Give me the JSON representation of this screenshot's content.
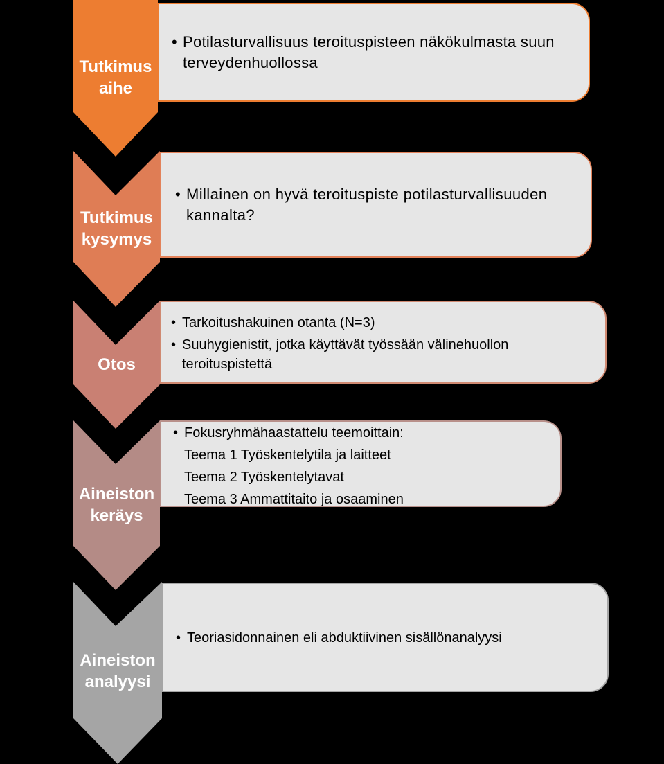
{
  "steps": [
    {
      "label_line1": "Tutkimus",
      "label_line2": "aihe",
      "color": "#ed7d31",
      "border_color": "#ed7d31",
      "bullets": [
        {
          "text": "Potilasturvallisuus teroituspisteen näkökulmasta suun terveydenhuollossa"
        }
      ]
    },
    {
      "label_line1": "Tutkimus",
      "label_line2": "kysymys",
      "color": "#df7d55",
      "border_color": "#e3825a",
      "bullets": [
        {
          "text": "Millainen on hyvä teroituspiste potilasturvallisuuden kannalta?"
        }
      ]
    },
    {
      "label_line1": "Otos",
      "label_line2": "",
      "color": "#c98073",
      "border_color": "#d08a72",
      "bullets": [
        {
          "text": "Tarkoitushakuinen otanta (N=3)"
        },
        {
          "text": "Suuhygienistit, jotka käyttävät työssään välinehuollon teroituspistettä"
        }
      ]
    },
    {
      "label_line1": "Aineiston",
      "label_line2": "keräys",
      "color": "#b48b86",
      "border_color": "#b8908a",
      "bullets": [
        {
          "text": "Fokusryhmähaastattelu teemoittain:"
        }
      ],
      "lines": [
        "Teema 1 Työskentelytila ja laitteet",
        "Teema 2 Työskentelytavat",
        "Teema 3  Ammattitaito ja osaaminen"
      ]
    },
    {
      "label_line1": "Aineiston",
      "label_line2": "analyysi",
      "color": "#a5a5a5",
      "border_color": "#a5a5a5",
      "bullets": [
        {
          "text": "Teoriasidonnainen eli abduktiivinen sisällönanalyysi"
        }
      ]
    }
  ]
}
